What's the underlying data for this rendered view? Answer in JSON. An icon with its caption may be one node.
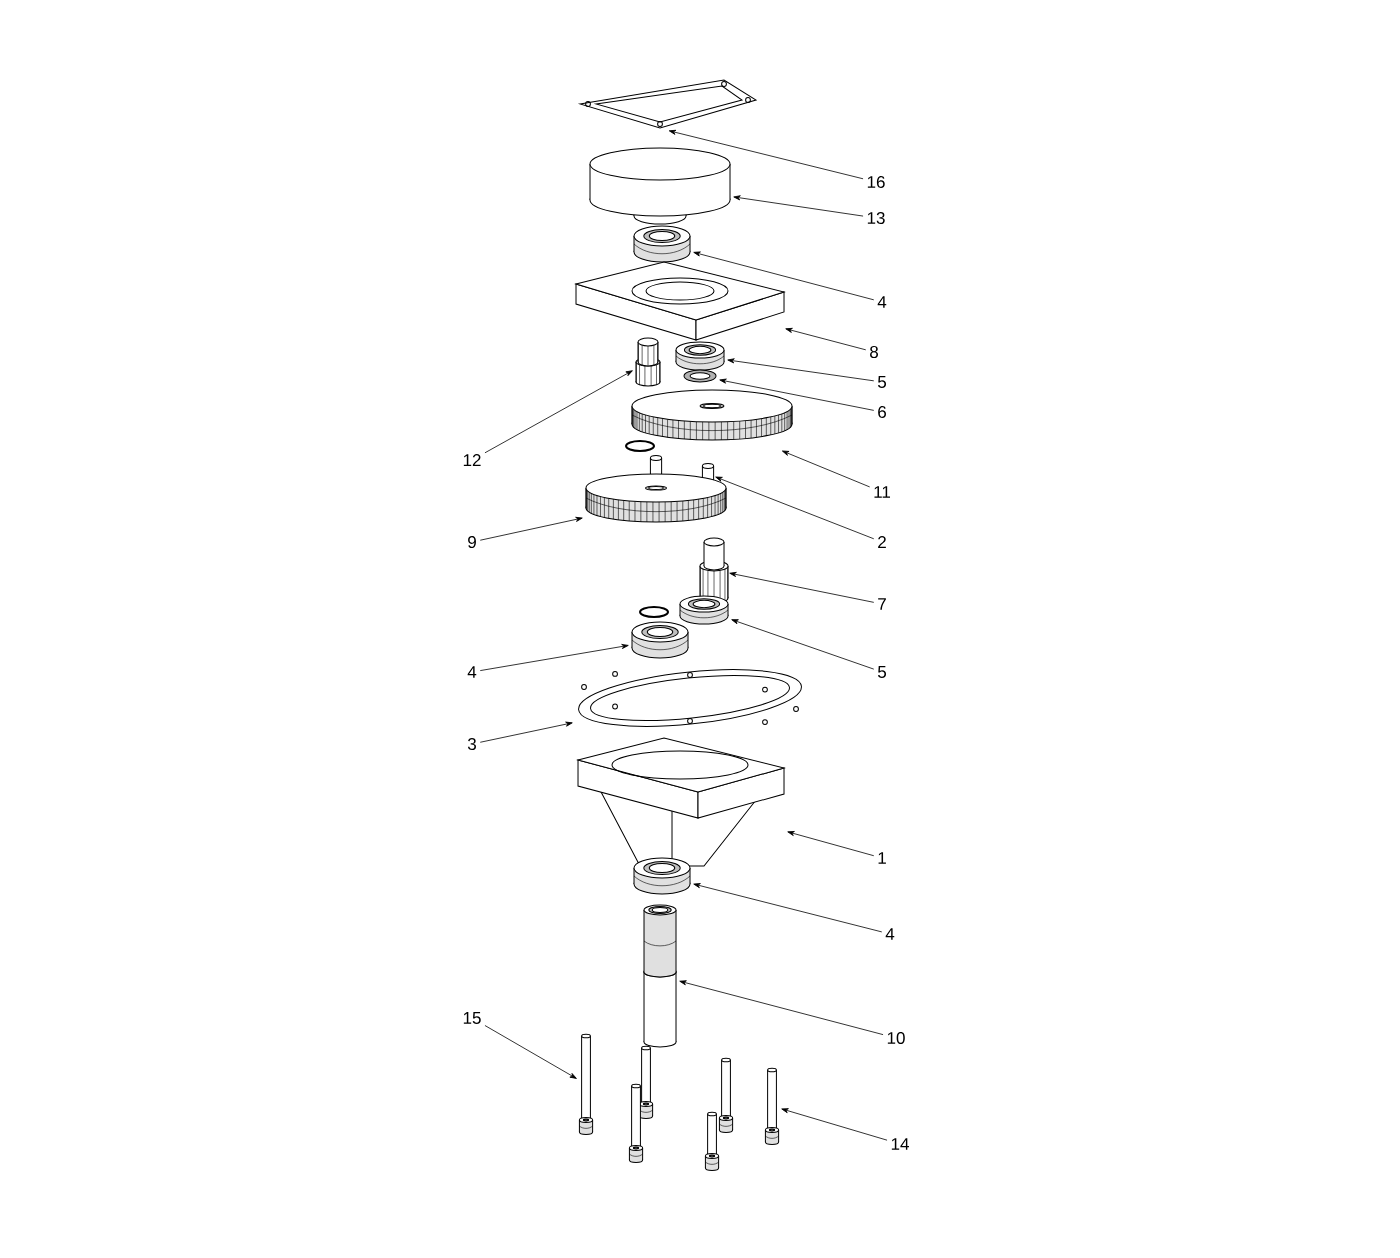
{
  "diagram": {
    "nodes": [
      {
        "text": [
          "16"
        ]
      },
      {
        "text": [],
        "shape": "picture"
      },
      {
        "text": [
          "13"
        ]
      },
      {
        "text": [],
        "shape": "picture"
      },
      {
        "text": [
          "4"
        ]
      },
      {
        "text": [],
        "shape": "picture"
      },
      {
        "text": [
          "8"
        ]
      },
      {
        "text": [],
        "shape": "picture"
      },
      {
        "text": [
          "5"
        ]
      },
      {
        "text": [],
        "shape": "picture"
      },
      {
        "text": [
          "6"
        ]
      },
      {
        "text": [],
        "shape": "picture"
      },
      {
        "text": [
          "12"
        ]
      },
      {
        "text": [],
        "shape": "picture"
      },
      {
        "text": [
          "11"
        ]
      },
      {
        "text": [],
        "shape": "picture"
      },
      {
        "text": [
          "2"
        ]
      },
      {
        "text": [],
        "shape": "picture"
      },
      {
        "text": [
          "9"
        ]
      },
      {
        "text": [],
        "shape": "picture"
      },
      {
        "text": [
          "7"
        ]
      },
      {
        "text": [],
        "shape": "picture"
      },
      {
        "text": [
          "5"
        ]
      },
      {
        "text": [],
        "shape": "picture"
      },
      {
        "text": [
          "4"
        ]
      },
      {
        "text": [],
        "shape": "picture"
      },
      {
        "text": [
          "3"
        ]
      },
      {
        "text": [],
        "shape": "picture"
      },
      {
        "text": [
          "1"
        ]
      },
      {
        "text": [],
        "shape": "picture"
      },
      {
        "text": [
          "4"
        ]
      },
      {
        "text": [],
        "shape": "picture"
      },
      {
        "text": [
          "10"
        ]
      },
      {
        "text": [],
        "shape": "picture"
      },
      {
        "text": [
          "15"
        ]
      },
      {
        "text": [],
        "shape": "picture"
      },
      {
        "text": [
          "14"
        ]
      },
      {
        "text": [],
        "shape": "picture"
      }
    ],
    "edges": [
      {
        "from": 0,
        "to": 1,
        "arrow": "to"
      },
      {
        "from": 2,
        "to": 3,
        "arrow": "to"
      },
      {
        "from": 4,
        "to": 5,
        "arrow": "to"
      },
      {
        "from": 6,
        "to": 7,
        "arrow": "to"
      },
      {
        "from": 8,
        "to": 9,
        "arrow": "to"
      },
      {
        "from": 10,
        "to": 11,
        "arrow": "to"
      },
      {
        "from": 12,
        "to": 13,
        "arrow": "to"
      },
      {
        "from": 14,
        "to": 15,
        "arrow": "to"
      },
      {
        "from": 16,
        "to": 17,
        "arrow": "to"
      },
      {
        "from": 18,
        "to": 19,
        "arrow": "to"
      },
      {
        "from": 20,
        "to": 21,
        "arrow": "to"
      },
      {
        "from": 22,
        "to": 23,
        "arrow": "to"
      },
      {
        "from": 24,
        "to": 25,
        "arrow": "to"
      },
      {
        "from": 26,
        "to": 27,
        "arrow": "to"
      },
      {
        "from": 28,
        "to": 29,
        "arrow": "to"
      },
      {
        "from": 30,
        "to": 31,
        "arrow": "to"
      },
      {
        "from": 32,
        "to": 33,
        "arrow": "to"
      },
      {
        "from": 34,
        "to": 35,
        "arrow": "to"
      },
      {
        "from": 36,
        "to": 37,
        "arrow": "to"
      }
    ]
  }
}
